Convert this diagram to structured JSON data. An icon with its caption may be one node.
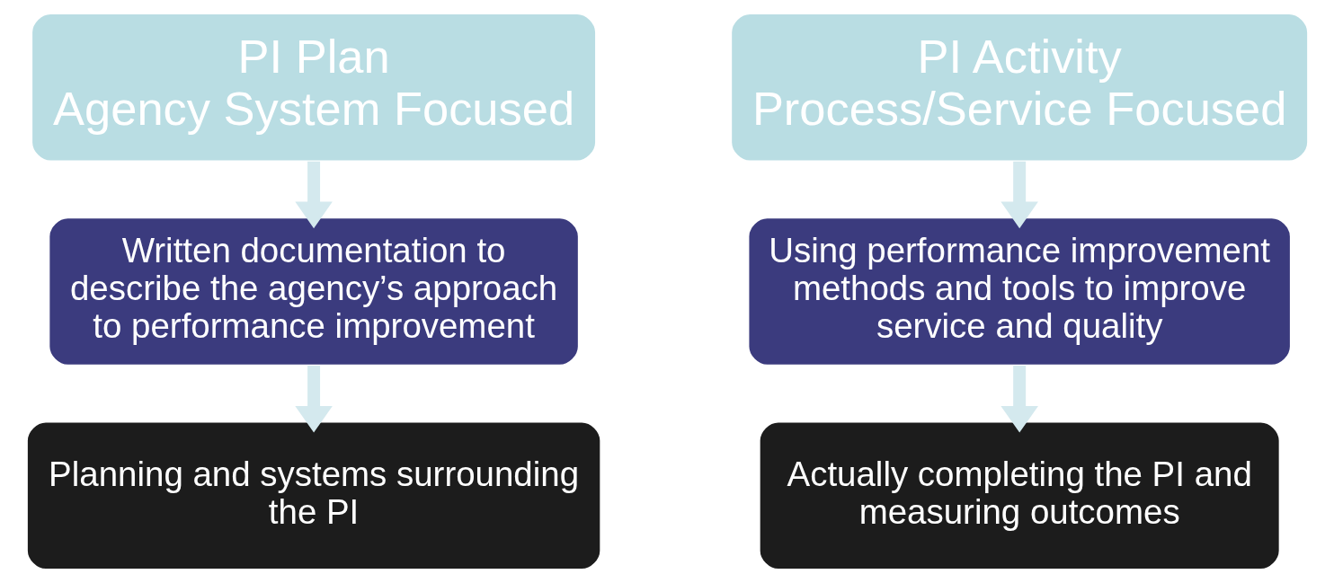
{
  "diagram": {
    "nodes": [
      {
        "text": [
          "PI Plan",
          "Agency System Focused"
        ]
      },
      {
        "text": [
          "Written documentation to describe the agency’s approach to performance improvement"
        ]
      },
      {
        "text": [
          "Planning and systems surrounding the PI"
        ]
      },
      {
        "text": [
          "PI Activity",
          "Process/Service Focused"
        ]
      },
      {
        "text": [
          "Using performance improvement methods and tools to improve service and quality"
        ]
      },
      {
        "text": [
          "Actually completing the PI and measuring outcomes"
        ]
      }
    ],
    "edges": [
      {
        "from": 0,
        "to": 1,
        "arrow": "to"
      },
      {
        "from": 1,
        "to": 2,
        "arrow": "to"
      },
      {
        "from": 3,
        "to": 4,
        "arrow": "to"
      },
      {
        "from": 4,
        "to": 5,
        "arrow": "to"
      }
    ]
  }
}
